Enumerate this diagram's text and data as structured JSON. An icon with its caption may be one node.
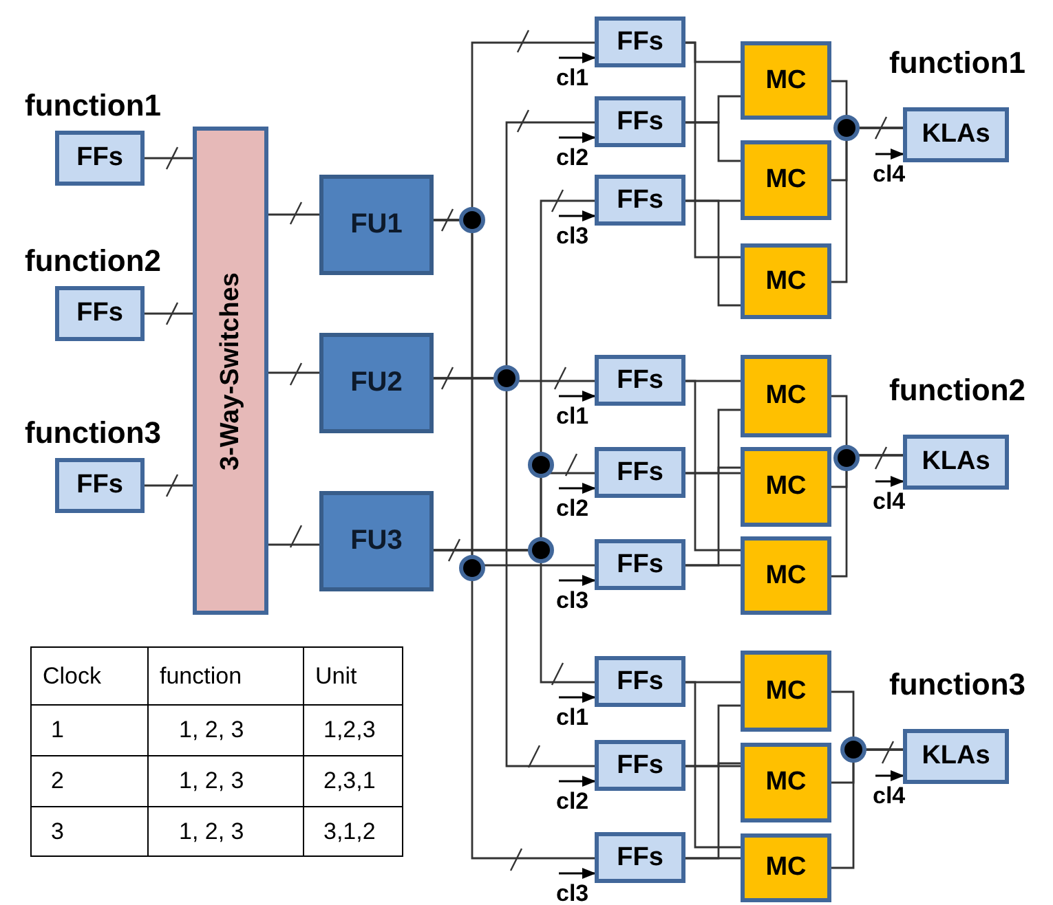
{
  "diagram": {
    "nodes": [
      {
        "text": [
          "FFs"
        ],
        "beside": [
          "function1"
        ]
      },
      {
        "text": [
          "FFs"
        ],
        "beside": [
          "function2"
        ]
      },
      {
        "text": [
          "FFs"
        ],
        "beside": [
          "function3"
        ]
      },
      {
        "text": [
          "3-Way-Switches"
        ]
      },
      {
        "text": [
          "FU1"
        ]
      },
      {
        "text": [
          "FU2"
        ]
      },
      {
        "text": [
          "FU3"
        ]
      },
      {
        "text": [
          "FFs"
        ]
      },
      {
        "text": [
          "FFs"
        ]
      },
      {
        "text": [
          "FFs"
        ]
      },
      {
        "text": [
          "FFs"
        ]
      },
      {
        "text": [
          "FFs"
        ]
      },
      {
        "text": [
          "FFs"
        ]
      },
      {
        "text": [
          "FFs"
        ]
      },
      {
        "text": [
          "FFs"
        ]
      },
      {
        "text": [
          "FFs"
        ]
      },
      {
        "text": [
          "MC"
        ]
      },
      {
        "text": [
          "MC"
        ]
      },
      {
        "text": [
          "MC"
        ]
      },
      {
        "text": [
          "MC"
        ]
      },
      {
        "text": [
          "MC"
        ]
      },
      {
        "text": [
          "MC"
        ]
      },
      {
        "text": [
          "MC"
        ]
      },
      {
        "text": [
          "MC"
        ]
      },
      {
        "text": [
          "MC"
        ]
      },
      {
        "text": [
          "KLAs"
        ],
        "beside": [
          "function1"
        ]
      },
      {
        "text": [
          "KLAs"
        ],
        "beside": [
          "function2"
        ]
      },
      {
        "text": [
          "KLAs"
        ],
        "beside": [
          "function3"
        ]
      }
    ],
    "edges": [
      {
        "from": 0,
        "to": 3,
        "arrow": "none"
      },
      {
        "from": 1,
        "to": 3,
        "arrow": "none"
      },
      {
        "from": 2,
        "to": 3,
        "arrow": "none"
      },
      {
        "from": 3,
        "to": 4,
        "arrow": "none"
      },
      {
        "from": 3,
        "to": 5,
        "arrow": "none"
      },
      {
        "from": 3,
        "to": 6,
        "arrow": "none"
      },
      {
        "from": 4,
        "to": 7,
        "arrow": "none"
      },
      {
        "from": 4,
        "to": 12,
        "arrow": "none"
      },
      {
        "from": 4,
        "to": 15,
        "arrow": "none"
      },
      {
        "from": 5,
        "to": 8,
        "arrow": "none"
      },
      {
        "from": 5,
        "to": 10,
        "arrow": "none"
      },
      {
        "from": 5,
        "to": 14,
        "arrow": "none"
      },
      {
        "from": 6,
        "to": 9,
        "arrow": "none"
      },
      {
        "from": 6,
        "to": 11,
        "arrow": "none"
      },
      {
        "from": 6,
        "to": 13,
        "arrow": "none"
      },
      {
        "from": 7,
        "to": 16,
        "arrow": "none"
      },
      {
        "from": 7,
        "to": 18,
        "arrow": "none"
      },
      {
        "from": 8,
        "to": 16,
        "arrow": "none"
      },
      {
        "from": 8,
        "to": 17,
        "arrow": "none"
      },
      {
        "from": 9,
        "to": 17,
        "arrow": "none"
      },
      {
        "from": 9,
        "to": 18,
        "arrow": "none"
      },
      {
        "from": 10,
        "to": 19,
        "arrow": "none"
      },
      {
        "from": 10,
        "to": 21,
        "arrow": "none"
      },
      {
        "from": 11,
        "to": 19,
        "arrow": "none"
      },
      {
        "from": 11,
        "to": 20,
        "arrow": "none"
      },
      {
        "from": 12,
        "to": 20,
        "arrow": "none"
      },
      {
        "from": 12,
        "to": 21,
        "arrow": "none"
      },
      {
        "from": 13,
        "to": 22,
        "arrow": "none"
      },
      {
        "from": 13,
        "to": 24,
        "arrow": "none"
      },
      {
        "from": 14,
        "to": 22,
        "arrow": "none"
      },
      {
        "from": 14,
        "to": 23,
        "arrow": "none"
      },
      {
        "from": 15,
        "to": 23,
        "arrow": "none"
      },
      {
        "from": 15,
        "to": 24,
        "arrow": "none"
      },
      {
        "from": 16,
        "to": 25,
        "arrow": "none"
      },
      {
        "from": 17,
        "to": 25,
        "arrow": "none"
      },
      {
        "from": 18,
        "to": 25,
        "arrow": "none"
      },
      {
        "from": 19,
        "to": 26,
        "arrow": "none"
      },
      {
        "from": 20,
        "to": 26,
        "arrow": "none"
      },
      {
        "from": 21,
        "to": 26,
        "arrow": "none"
      },
      {
        "from": 22,
        "to": 27,
        "arrow": "none"
      },
      {
        "from": 23,
        "to": 27,
        "arrow": "none"
      },
      {
        "from": 24,
        "to": 27,
        "arrow": "none"
      },
      {
        "from": null,
        "to": 7,
        "arrow": "to",
        "label": "cl1"
      },
      {
        "from": null,
        "to": 8,
        "arrow": "to",
        "label": "cl2"
      },
      {
        "from": null,
        "to": 9,
        "arrow": "to",
        "label": "cl3"
      },
      {
        "from": null,
        "to": 10,
        "arrow": "to",
        "label": "cl1"
      },
      {
        "from": null,
        "to": 11,
        "arrow": "to",
        "label": "cl2"
      },
      {
        "from": null,
        "to": 12,
        "arrow": "to",
        "label": "cl3"
      },
      {
        "from": null,
        "to": 13,
        "arrow": "to",
        "label": "cl1"
      },
      {
        "from": null,
        "to": 14,
        "arrow": "to",
        "label": "cl2"
      },
      {
        "from": null,
        "to": 15,
        "arrow": "to",
        "label": "cl3"
      },
      {
        "from": null,
        "to": 25,
        "arrow": "to",
        "label": "cl4"
      },
      {
        "from": null,
        "to": 26,
        "arrow": "to",
        "label": "cl4"
      },
      {
        "from": null,
        "to": 27,
        "arrow": "to",
        "label": "cl4"
      }
    ],
    "labels": [
      "Clock",
      "function",
      "Unit",
      "1",
      "1, 2, 3",
      "1,2,3",
      "2",
      "1, 2, 3",
      "2,3,1",
      "3",
      "1, 2, 3",
      "3,1,2"
    ]
  }
}
